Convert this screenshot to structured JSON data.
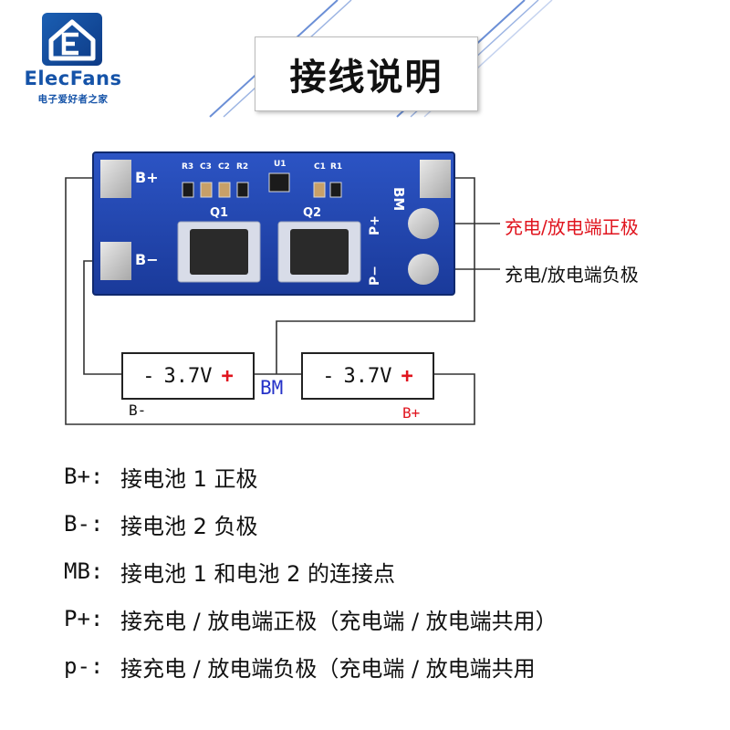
{
  "logo": {
    "name": "ElecFans",
    "subtitle": "电子爱好者之家"
  },
  "title": "接线说明",
  "pcb": {
    "pads": {
      "b_plus": "B+",
      "b_minus": "B−",
      "bm": "BM",
      "p_plus": "P+",
      "p_minus": "P−"
    },
    "components": [
      "R3",
      "C3",
      "C2",
      "R2",
      "U1",
      "C1",
      "R1"
    ],
    "mosfets": [
      "Q1",
      "Q2"
    ]
  },
  "side_labels": {
    "positive": "充电/放电端正极",
    "negative": "充电/放电端负极"
  },
  "cells": [
    {
      "minus": "-",
      "voltage": "3.7V",
      "plus": "+"
    },
    {
      "minus": "-",
      "voltage": "3.7V",
      "plus": "+"
    }
  ],
  "wire_labels": {
    "bm": "BM",
    "b_minus": "B-",
    "b_plus": "B+"
  },
  "notes": [
    {
      "key": "B+:",
      "text": "接电池 1 正极"
    },
    {
      "key": "B-:",
      "text": "接电池 2 负极"
    },
    {
      "key": "MB:",
      "text": "接电池 1 和电池 2 的连接点"
    },
    {
      "key": "P+:",
      "text": "接充电 / 放电端正极（充电端 / 放电端共用）"
    },
    {
      "key": "p-:",
      "text": "接充电 / 放电端负极（充电端 / 放电端共用"
    }
  ],
  "colors": {
    "pcb": "#1d3fa6",
    "accent_red": "#e0141e",
    "bm_blue": "#2532c8",
    "brand_blue": "#1553a8"
  }
}
